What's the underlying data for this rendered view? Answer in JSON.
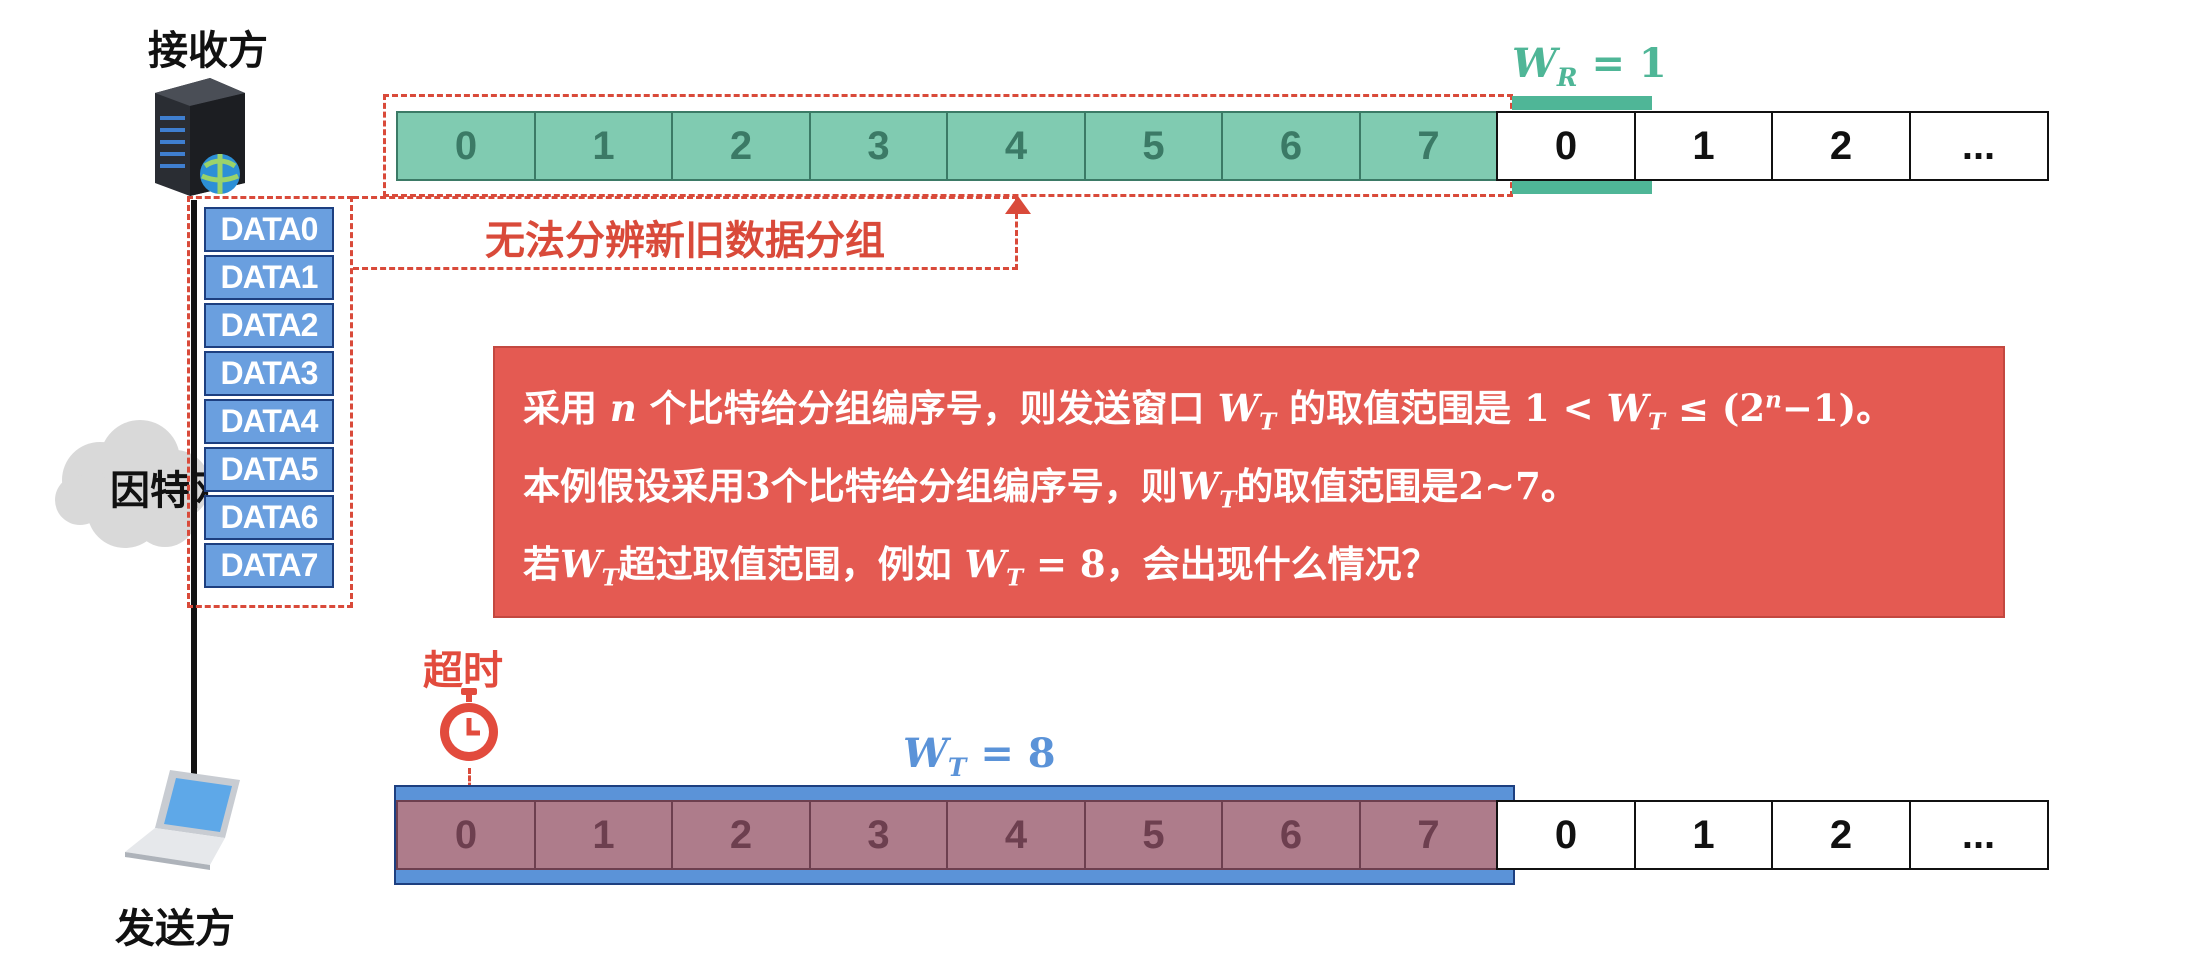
{
  "labels": {
    "receiver": "接收方",
    "sender": "发送方",
    "internet": "因特网",
    "cannot_distinguish": "无法分辨新旧数据分组",
    "timeout": "超时"
  },
  "receiver_window": {
    "var": "W",
    "sub": "R",
    "eq": "= 1"
  },
  "sender_window": {
    "var": "W",
    "sub": "T",
    "eq": "= 8"
  },
  "receiver_seq_in_window": [
    "0",
    "1",
    "2",
    "3",
    "4",
    "5",
    "6",
    "7"
  ],
  "receiver_seq_next": [
    "0",
    "1",
    "2",
    "..."
  ],
  "sender_seq_in_window": [
    "0",
    "1",
    "2",
    "3",
    "4",
    "5",
    "6",
    "7"
  ],
  "sender_seq_next": [
    "0",
    "1",
    "2",
    "..."
  ],
  "buffer_items": [
    "DATA0",
    "DATA1",
    "DATA2",
    "DATA3",
    "DATA4",
    "DATA5",
    "DATA6",
    "DATA7"
  ],
  "tip": {
    "line1": {
      "a": "采用 ",
      "n": "n",
      "b": " 个比特给分组编序号，则发送窗口 ",
      "w": "W",
      "t": "T",
      "c": " 的取值范围是 ",
      "range1": "1 < ",
      "range2": " ≤ (2",
      "exp": "n",
      "range3": "−1)",
      "d": "。"
    },
    "line2": {
      "a": "本例假设采用",
      "bits": "3",
      "b": "个比特给分组编序号，则",
      "c": "的取值范围是",
      "range": "2~7",
      "d": "。"
    },
    "line3": {
      "a": "若",
      "b": "超过取值范围，例如 ",
      "val": " = 8",
      "c": "，会出现什么情况？"
    }
  },
  "colors": {
    "receiver_window": "#4fb697",
    "sender_window": "#5b93d8",
    "dash_red": "#d94a3a",
    "tip_bg": "#e45a52",
    "timer_red": "#e24b3d"
  }
}
